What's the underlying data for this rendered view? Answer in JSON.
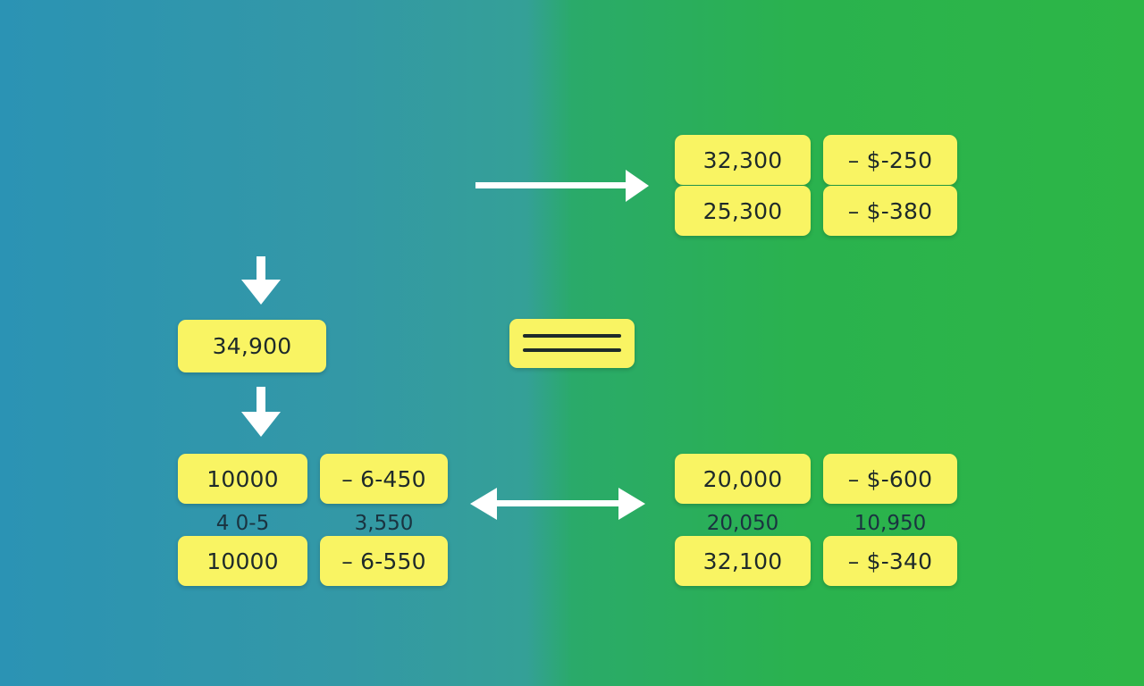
{
  "colors": {
    "box_fill": "#f9f463",
    "box_text": "#1e2a2a",
    "arrow": "#ffffff",
    "bg_left": "#2b93b4",
    "bg_right": "#2db646"
  },
  "top_right": {
    "rows": [
      {
        "value": "32,300",
        "change": "– $-250"
      },
      {
        "value": "25,300",
        "change": "– $-380"
      }
    ]
  },
  "left_total": {
    "value": "34,900"
  },
  "equals_box": {
    "icon": "equals-icon"
  },
  "bottom_left": {
    "row1": {
      "value": "10000",
      "change": "– 6-450"
    },
    "mid": {
      "value": "4 0-5",
      "change": "3,550"
    },
    "row2": {
      "value": "10000",
      "change": "– 6-550"
    }
  },
  "bottom_right": {
    "row1": {
      "value": "20,000",
      "change": "– $-600"
    },
    "mid": {
      "value": "20,050",
      "change": "10,950"
    },
    "row2": {
      "value": "32,100",
      "change": "– $-340"
    }
  },
  "arrows": {
    "top": "arrow-right-icon",
    "down_top": "arrow-down-icon",
    "down_mid": "arrow-down-icon",
    "bidirectional": "arrow-double-icon"
  }
}
